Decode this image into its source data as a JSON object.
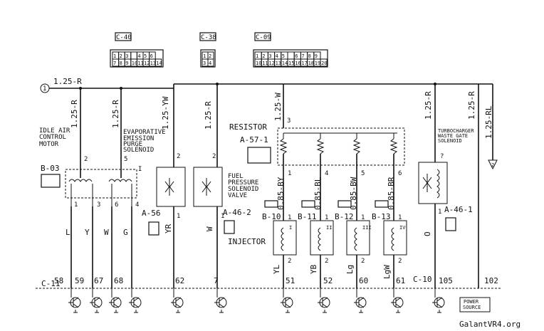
{
  "connectors_top": {
    "c40": "C-40",
    "c38": "C-38",
    "c09": "C-09",
    "c40_row1": [
      "1",
      "2",
      "3",
      "",
      "4",
      "5",
      "6"
    ],
    "c40_row2": [
      "7",
      "8",
      "9",
      "10",
      "11",
      "12",
      "13",
      "14"
    ],
    "c38_row1": [
      "1",
      "2"
    ],
    "c38_row2": [
      "3",
      "4"
    ],
    "c09_row1": [
      "1",
      "2",
      "3",
      "4",
      "5",
      "",
      "6",
      "7",
      "8",
      "9"
    ],
    "c09_row2": [
      "10",
      "11",
      "12",
      "13",
      "14",
      "15",
      "16",
      "17",
      "18",
      "19",
      "20"
    ]
  },
  "main_bus": {
    "circle_label": "1",
    "wire": "1.25-R"
  },
  "wires": {
    "w_idle": "1.25-R",
    "w_evap": "1.25-R",
    "w_yw": "1.25-YW",
    "w_fuel": "1.25-R",
    "w_resistor": "1.25-W",
    "w_turbo": "1.25-R",
    "w_right": "1.25-R",
    "w_rl": "1.25-RL",
    "w_by": "0.85-BY",
    "w_bl": "0.85-BL",
    "w_bw": "0.85-BW",
    "w_br": "0.85-BR"
  },
  "components": {
    "idle_air": "IDLE AIR CONTROL MOTOR",
    "evap": "EVAPORATIVE EMISSION PURGE SOLENOID",
    "fuel_pressure": "FUEL PRESSURE SOLENOID VALVE",
    "resistor": "RESISTOR",
    "injector": "INJECTOR",
    "turbo": "TURBOCHARGER WASTE GATE SOLENOID",
    "power_source": "POWER SOURCE"
  },
  "refs": {
    "b03": "B-03",
    "a56": "A-56",
    "a462": "A-46-2",
    "a571": "A-57-1",
    "a461": "A-46-1",
    "b10": "B-10",
    "b11": "B-11",
    "b12": "B-12",
    "b13": "B-13",
    "c11": "C-11",
    "c10": "C-10"
  },
  "pins": {
    "idle_top": "2",
    "evap_top": "5",
    "evap_right": "I",
    "idle_bottom": [
      "1",
      "3",
      "6",
      "4"
    ],
    "a56_pin": "2",
    "a56_bottom": "1",
    "fuel_top": "2",
    "fuel_bottom": "1",
    "res_top": "3",
    "res_bottom": [
      "1",
      "4",
      "5",
      "6"
    ],
    "turbo_top": "?",
    "turbo_bottom": "1",
    "inj_top": [
      "1",
      "1",
      "1",
      "1"
    ],
    "inj_bottom": [
      "2",
      "2",
      "2",
      "2"
    ],
    "bus_arrow": "2"
  },
  "wire_colors": {
    "idle": [
      "L",
      "Y",
      "W",
      "G"
    ],
    "a56": "YR",
    "fuel": "W",
    "inj": [
      "YL",
      "YB",
      "Lg",
      "LgW"
    ],
    "turbo": "O"
  },
  "ecu_pins": [
    "58",
    "59",
    "67",
    "68",
    "62",
    "7",
    "51",
    "52",
    "60",
    "61",
    "105",
    "102"
  ],
  "watermark": "GalantVR4.org"
}
